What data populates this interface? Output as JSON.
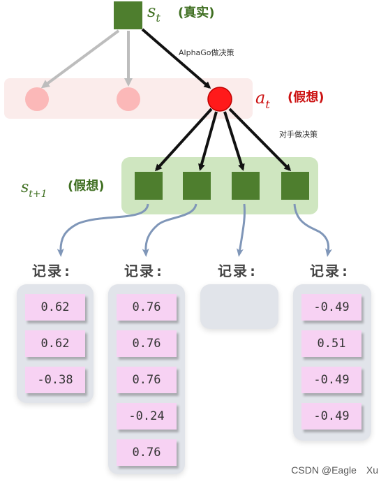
{
  "colors": {
    "green_node": "#4e7e2e",
    "red_node": "#ff1a1a",
    "faded_node": "#fbb8b8",
    "green_band": "#cfe6c0",
    "pink_band": "#fbeceb",
    "cell_fill": "#f7d2f3",
    "column_bg": "#e1e4ea",
    "gray_arrow": "#bdbdbd",
    "blue_arrow": "#7f96b8"
  },
  "labels": {
    "state_t": "s",
    "state_t_sub": "t",
    "state_t_note": "(真实)",
    "action_t": "a",
    "action_t_sub": "t",
    "action_t_note": "(假想)",
    "state_t1": "s",
    "state_t1_sub": "t+1",
    "state_t1_note": "(假想)",
    "alphago_decides": "AlphaGo做决策",
    "opponent_decides": "对手做决策"
  },
  "records": [
    {
      "title": "记录:",
      "values": [
        "0.62",
        "0.62",
        "-0.38"
      ]
    },
    {
      "title": "记录:",
      "values": [
        "0.76",
        "0.76",
        "0.76",
        "-0.24",
        "0.76"
      ]
    },
    {
      "title": "记录:",
      "values": []
    },
    {
      "title": "记录:",
      "values": [
        "-0.49",
        "0.51",
        "-0.49",
        "-0.49"
      ]
    }
  ],
  "watermark": "CSDN @Eagle　Xu"
}
